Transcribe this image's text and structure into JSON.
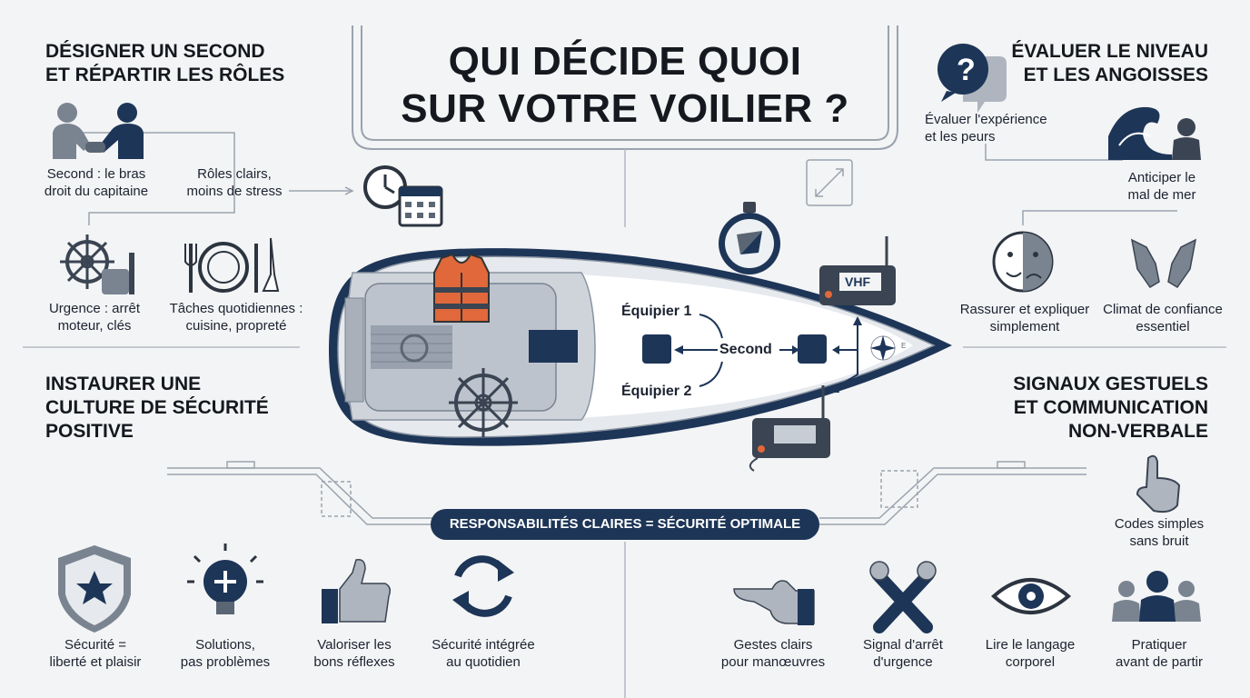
{
  "title": {
    "line1": "QUI DÉCIDE QUOI",
    "line2": "SUR VOTRE VOILIER ?"
  },
  "sections": {
    "roles": {
      "line1": "DÉSIGNER UN SECOND",
      "line2": "ET RÉPARTIR LES RÔLES"
    },
    "evaluate": {
      "line1": "ÉVALUER LE NIVEAU",
      "line2": "ET LES ANGOISSES"
    },
    "culture": {
      "line1": "INSTAURER UNE",
      "line2": "CULTURE DE SÉCURITÉ",
      "line3": "POSITIVE"
    },
    "signals": {
      "line1": "SIGNAUX GESTUELS",
      "line2": "ET COMMUNICATION",
      "line3": "NON-VERBALE"
    }
  },
  "labels": {
    "second_arm": [
      "Second : le bras",
      "droit du capitaine"
    ],
    "clear_roles": [
      "Rôles clairs,",
      "moins de stress"
    ],
    "emergency": [
      "Urgence : arrêt",
      "moteur, clés"
    ],
    "daily_tasks": [
      "Tâches quotidiennes :",
      "cuisine, propreté"
    ],
    "evaluate_exp": [
      "Évaluer l'expérience",
      "et les peurs"
    ],
    "seasick": [
      "Anticiper le",
      "mal de mer"
    ],
    "reassure": [
      "Rassurer et expliquer",
      "simplement"
    ],
    "trust": [
      "Climat de confiance",
      "essentiel"
    ],
    "simple_codes": [
      "Codes simples",
      "sans bruit"
    ],
    "safety_freedom": [
      "Sécurité =",
      "liberté et plaisir"
    ],
    "solutions": [
      "Solutions,",
      "pas problèmes"
    ],
    "good_reflexes": [
      "Valoriser les",
      "bons réflexes"
    ],
    "integrated": [
      "Sécurité intégrée",
      "au quotidien"
    ],
    "clear_gestures": [
      "Gestes clairs",
      "pour manœuvres"
    ],
    "stop_signal": [
      "Signal d'arrêt",
      "d'urgence"
    ],
    "body_language": [
      "Lire le langage",
      "corporel"
    ],
    "practice": [
      "Pratiquer",
      "avant de partir"
    ]
  },
  "boat": {
    "crew1": "Équipier 1",
    "second": "Second",
    "crew2": "Équipier 2",
    "vhf": "VHF",
    "compass_letter": "E"
  },
  "banner": "RESPONSABILITÉS CLAIRES = SÉCURITÉ OPTIMALE",
  "colors": {
    "navy": "#1d3557",
    "slate": "#5b6674",
    "light": "#aeb5bf",
    "orange": "#e0683a",
    "background": "#f3f4f5"
  }
}
